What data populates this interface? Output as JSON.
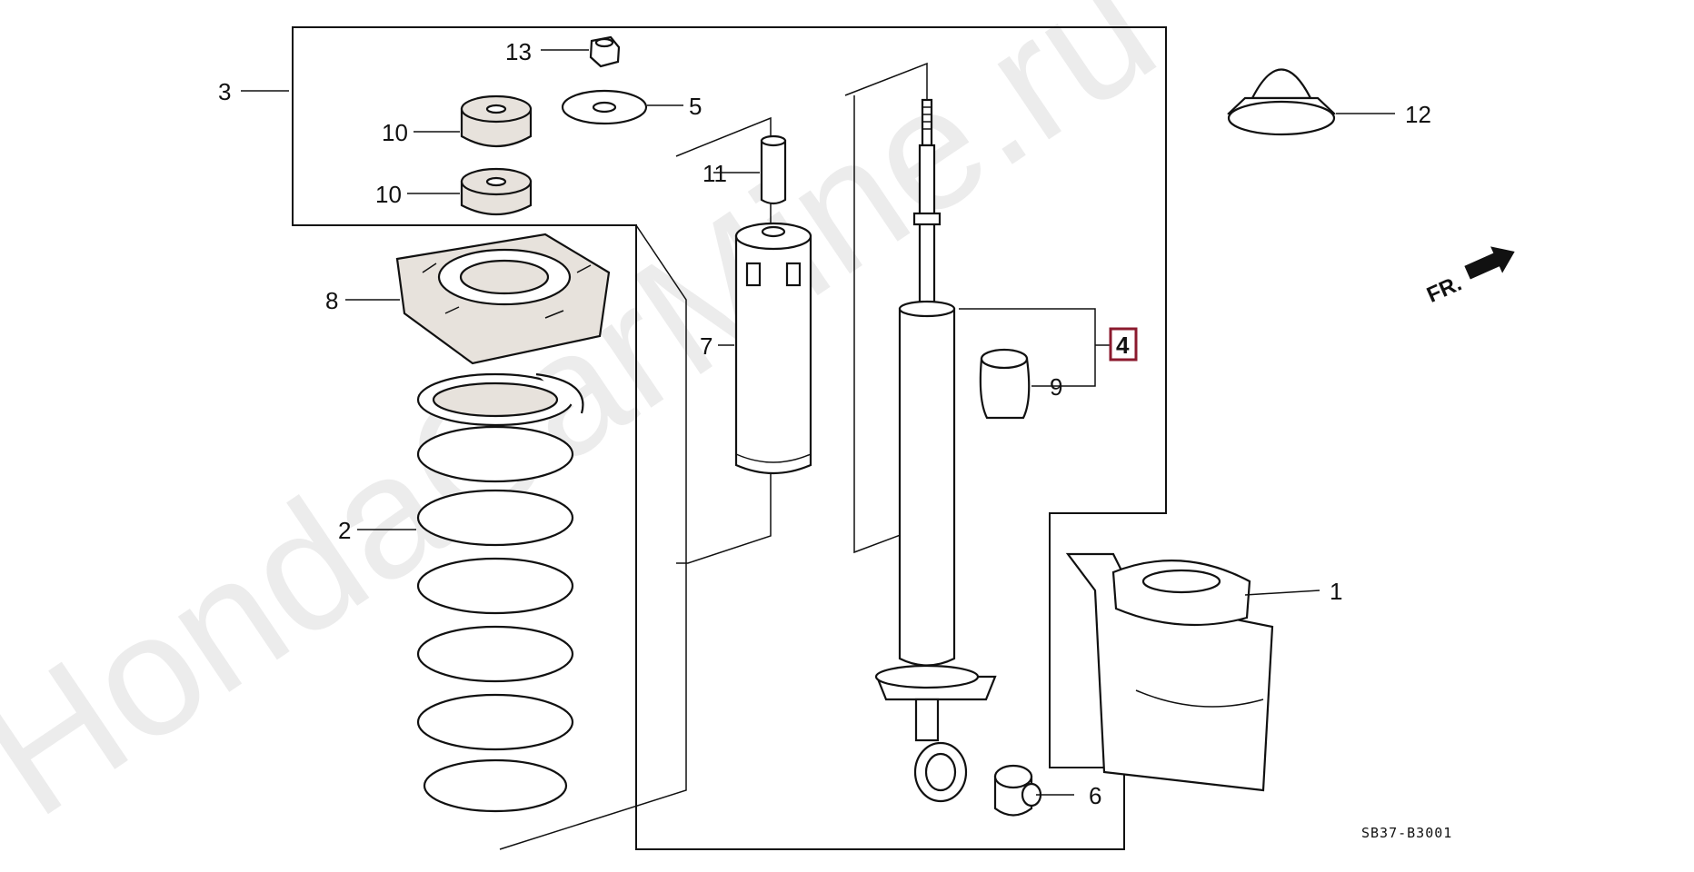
{
  "watermark": "HondaCarMine.ru",
  "diagram_code": "SB37-B3001",
  "direction_label": "FR.",
  "highlighted_callout": "4",
  "callouts": [
    "1",
    "2",
    "3",
    "5",
    "6",
    "7",
    "8",
    "9",
    "10",
    "10",
    "11",
    "12",
    "13"
  ],
  "icons": {
    "coil_spring": "coil-spring-icon",
    "shock_absorber": "shock-absorber-icon",
    "dust_boot": "dust-boot-icon",
    "spring_seat": "spring-seat-icon",
    "mount_rubber": "mount-rubber-icon",
    "cap": "cap-icon",
    "arrow": "front-arrow-icon"
  },
  "colors": {
    "highlight_border": "#8b1a2e",
    "line": "#111111",
    "watermark": "#ececec"
  }
}
